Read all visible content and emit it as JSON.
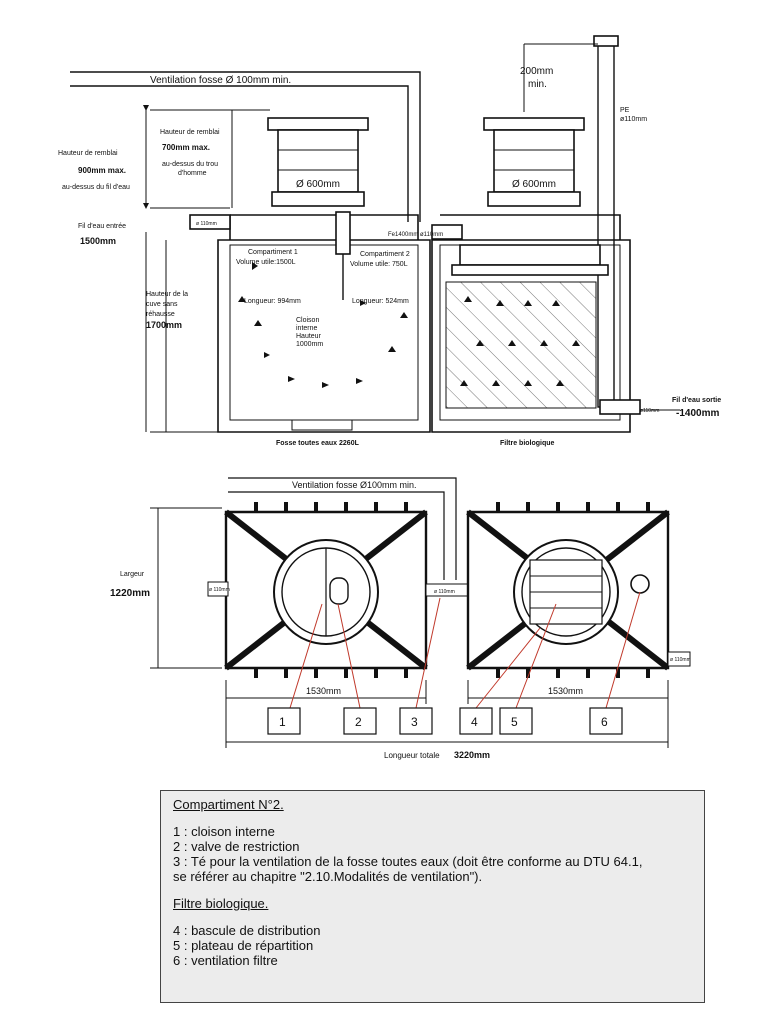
{
  "section": {
    "ventilation_top": "Ventilation fosse   Ø 100mm min.",
    "gap_200": "200mm",
    "gap_min": "min.",
    "pe_label": "PE",
    "pe_dia": "ø110mm",
    "remblai_left_1": "Hauteur de remblai",
    "remblai_left_2": "900mm max.",
    "remblai_left_3": "au-dessus du fil d'eau",
    "remblai_mid_1": "Hauteur de remblai",
    "remblai_mid_2": "700mm max.",
    "remblai_mid_3": "au-dessus du trou",
    "remblai_mid_4": "d'homme",
    "dia_600_left": "Ø 600mm",
    "dia_600_right": "Ø 600mm",
    "fil_eau_entree": "Fil d'eau entrée",
    "fil_eau_entree_val": "1500mm",
    "inlet_dia": "ø 110mm",
    "mid_dia": "Fe1400mm  ø110mm",
    "compartment1_a": "Compartiment 1",
    "compartment1_b": "Volume utile:1500L",
    "compartment2_a": "Compartiment 2",
    "compartment2_b": "Volume utile: 750L",
    "cuve_1": "Hauteur de la",
    "cuve_2": "cuve sans",
    "cuve_3": "réhausse",
    "cuve_4": "1700mm",
    "longueur_994": "Longueur: 994mm",
    "longueur_524": "Longueur: 524mm",
    "cloison_1": "Cloison",
    "cloison_2": "interne",
    "cloison_3": "Hauteur",
    "cloison_4": "1000mm",
    "fil_sortie_1": "Fil d'eau sortie",
    "fil_sortie_2": "-1400mm",
    "outlet_dia": "ø110mm",
    "fosse_caption": "Fosse toutes eaux  2260L",
    "filtre_caption": "Filtre biologique"
  },
  "plan": {
    "ventilation": "Ventilation fosse  Ø100mm min.",
    "largeur": "Largeur",
    "largeur_val": "1220mm",
    "dia_left": "ø 110mm",
    "dia_mid": "ø 110mm",
    "dia_right": "ø 110mm",
    "dim_left": "1530mm",
    "dim_right": "1530mm",
    "total_label": "Longueur totale",
    "total_val": "3220mm",
    "callouts": [
      "1",
      "2",
      "3",
      "4",
      "5",
      "6"
    ]
  },
  "legend": {
    "heading1": "Compartiment N°2.",
    "item1": "1 : cloison interne",
    "item2": "2 : valve de restriction",
    "item3a": "3 : Té pour la ventilation de la fosse toutes eaux (doit être conforme au DTU 64.1,",
    "item3b": "se référer au chapitre \"2.10.Modalités de ventilation\").",
    "heading2": "Filtre biologique.",
    "item4": "4 : bascule de distribution",
    "item5": "5 : plateau de répartition",
    "item6": "6 : ventilation filtre"
  }
}
